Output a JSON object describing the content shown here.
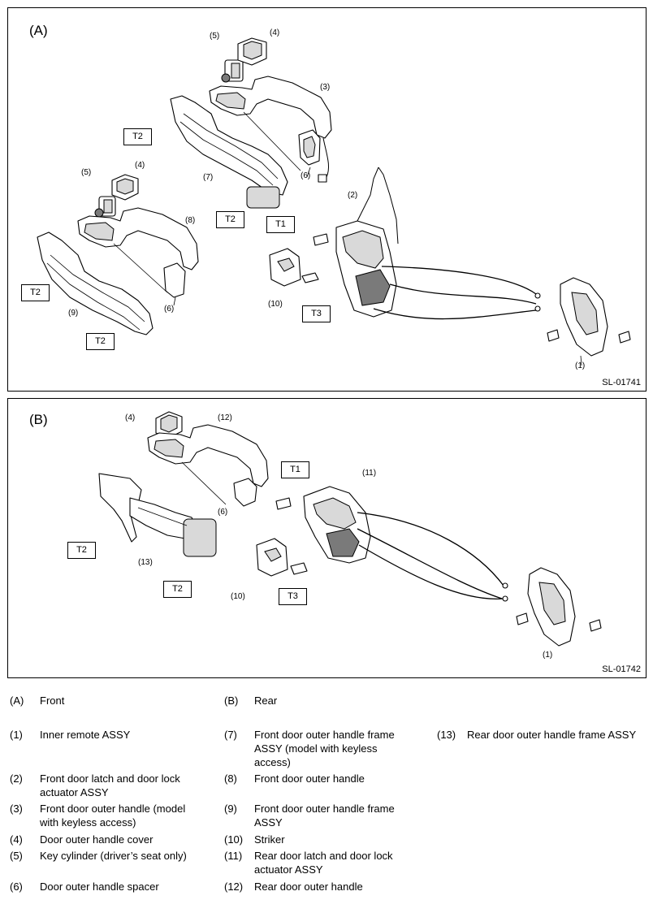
{
  "panel_a": {
    "letter": "(A)",
    "figure_code": "SL-01741",
    "callouts": [
      "(4)",
      "(5)",
      "(3)",
      "(6)",
      "(7)",
      "(4)",
      "(5)",
      "(8)",
      "(2)",
      "(6)",
      "(9)",
      "(10)",
      "(1)"
    ],
    "torque_boxes": [
      "T2",
      "T2",
      "T2",
      "T2",
      "T1",
      "T3"
    ]
  },
  "panel_b": {
    "letter": "(B)",
    "figure_code": "SL-01742",
    "callouts": [
      "(4)",
      "(12)",
      "(11)",
      "(6)",
      "(13)",
      "(10)",
      "(1)"
    ],
    "torque_boxes": [
      "T1",
      "T2",
      "T2",
      "T3"
    ]
  },
  "legend": [
    {
      "num": "(A)",
      "text": "Front"
    },
    {
      "num": "(B)",
      "text": "Rear"
    },
    {
      "num": "(1)",
      "text": "Inner remote ASSY"
    },
    {
      "num": "(7)",
      "text": "Front door outer handle frame ASSY (model with keyless access)"
    },
    {
      "num": "(13)",
      "text": "Rear door outer handle frame ASSY"
    },
    {
      "num": "(2)",
      "text": "Front door latch and door lock actuator ASSY"
    },
    {
      "num": "(8)",
      "text": "Front door outer handle"
    },
    {
      "num": "(3)",
      "text": "Front door outer handle (model with keyless access)"
    },
    {
      "num": "(9)",
      "text": "Front door outer handle frame ASSY"
    },
    {
      "num": "(4)",
      "text": "Door outer handle cover"
    },
    {
      "num": "(10)",
      "text": "Striker"
    },
    {
      "num": "(5)",
      "text": "Key cylinder (driver’s seat only)"
    },
    {
      "num": "(11)",
      "text": "Rear door latch and door lock actuator ASSY"
    },
    {
      "num": "(6)",
      "text": "Door outer handle spacer"
    },
    {
      "num": "(12)",
      "text": "Rear door outer handle"
    }
  ]
}
